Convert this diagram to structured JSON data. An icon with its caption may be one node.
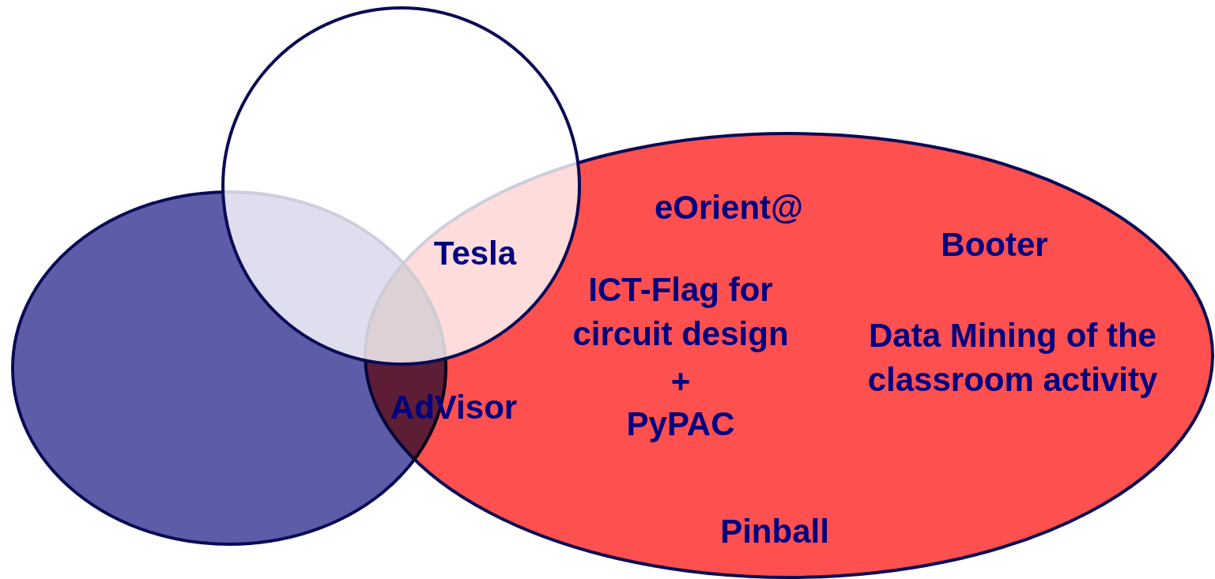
{
  "diagram": {
    "nodes": [
      {
        "text": [],
        "shape": "ellipse"
      },
      {
        "text": [],
        "shape": "circle"
      },
      {
        "text": [],
        "shape": "ellipse"
      }
    ],
    "labels": [
      "eOrient@",
      "Booter",
      "Tesla",
      "ICT-Flag for circuit design",
      "Data Mining of the classroom activity",
      "+",
      "AdVisor",
      "PyPAC",
      "Pinball"
    ]
  }
}
